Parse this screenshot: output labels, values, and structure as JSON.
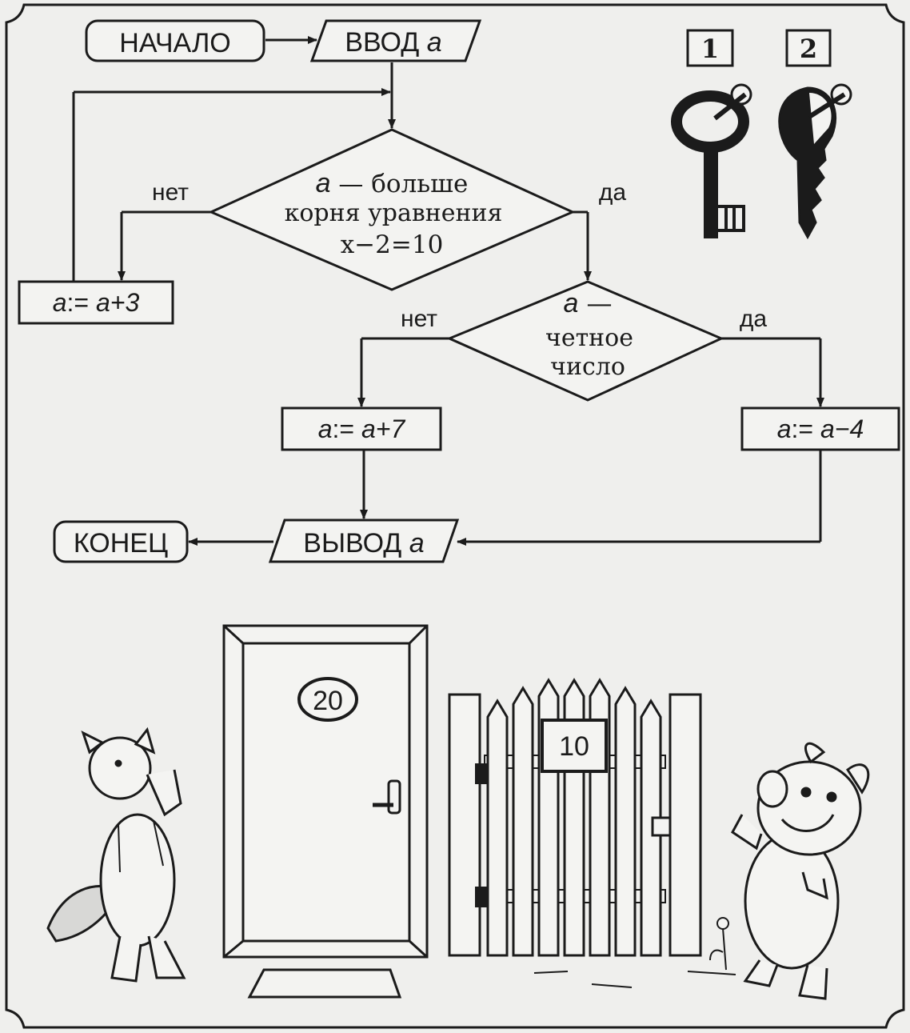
{
  "flowchart": {
    "start": "НАЧАЛО",
    "input": {
      "word": "ВВОД",
      "var": "a"
    },
    "cond1": {
      "var": "a",
      "line1": " — больше",
      "line2": "корня уравнения",
      "line3": "x−2=10",
      "no": "нет",
      "yes": "да"
    },
    "step_plus3": {
      "var": "a",
      "op": ":= ",
      "expr": "a+3"
    },
    "cond2": {
      "var": "a",
      "line1": " —",
      "line2": "четное",
      "line3": "число",
      "no": "нет",
      "yes": "да"
    },
    "step_plus7": {
      "var": "a",
      "op": ":= ",
      "expr": "a+7"
    },
    "step_minus4": {
      "var": "a",
      "op": ":= ",
      "expr": "a−4"
    },
    "output": {
      "word": "ВЫВОД",
      "var": "a"
    },
    "end": "КОНЕЦ"
  },
  "keys": {
    "key1_label": "1",
    "key2_label": "2"
  },
  "scene": {
    "door_number": "20",
    "gate_number": "10"
  }
}
